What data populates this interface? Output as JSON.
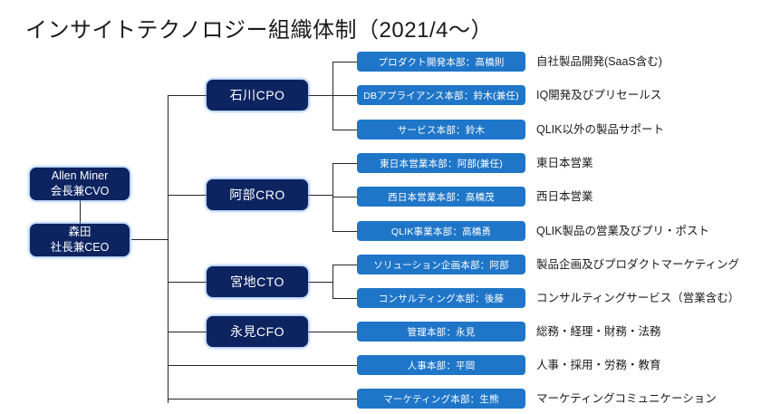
{
  "title": "インサイトテクノロジー組織体制（2021/4〜）",
  "colors": {
    "executive_box": "#0d2461",
    "cxo_box": "#0d2461",
    "department_box": "#1f76c8",
    "connector": "#262626",
    "background": "#ffffff",
    "text_dark": "#1a1a1a",
    "text_light": "#ffffff"
  },
  "executives": [
    {
      "name": "Allen Miner",
      "role": "会長兼CVO"
    },
    {
      "name": "森田",
      "role": "社長兼CEO"
    }
  ],
  "officers": [
    {
      "label": "石川CPO"
    },
    {
      "label": "阿部CRO"
    },
    {
      "label": "宮地CTO"
    },
    {
      "label": "永見CFO"
    }
  ],
  "departments": [
    {
      "label": "プロダクト開発本部：高橋則",
      "description": "自社製品開発(SaaS含む)",
      "parent": "石川CPO"
    },
    {
      "label": "DBアプライアンス本部：鈴木(兼任)",
      "description": "IQ開発及びプリセールス",
      "parent": "石川CPO"
    },
    {
      "label": "サービス本部：鈴木",
      "description": "QLIK以外の製品サポート",
      "parent": "石川CPO"
    },
    {
      "label": "東日本営業本部：阿部(兼任)",
      "description": "東日本営業",
      "parent": "阿部CRO"
    },
    {
      "label": "西日本営業本部：高橋茂",
      "description": "西日本営業",
      "parent": "阿部CRO"
    },
    {
      "label": "QLIK事業本部：高橋勇",
      "description": "QLIK製品の営業及びプリ・ポスト",
      "parent": "阿部CRO"
    },
    {
      "label": "ソリューション企画本部：阿部",
      "description": "製品企画及びプロダクトマーケティング",
      "parent": "宮地CTO"
    },
    {
      "label": "コンサルティング本部：後藤",
      "description": "コンサルティングサービス（営業含む）",
      "parent": "宮地CTO"
    },
    {
      "label": "管理本部：永見",
      "description": "総務・経理・財務・法務",
      "parent": "永見CFO"
    },
    {
      "label": "人事本部：平岡",
      "description": "人事・採用・労務・教育",
      "parent": "森田 社長兼CEO"
    },
    {
      "label": "マーケティング本部：生熊",
      "description": "マーケティングコミュニケーション",
      "parent": "森田 社長兼CEO"
    }
  ]
}
